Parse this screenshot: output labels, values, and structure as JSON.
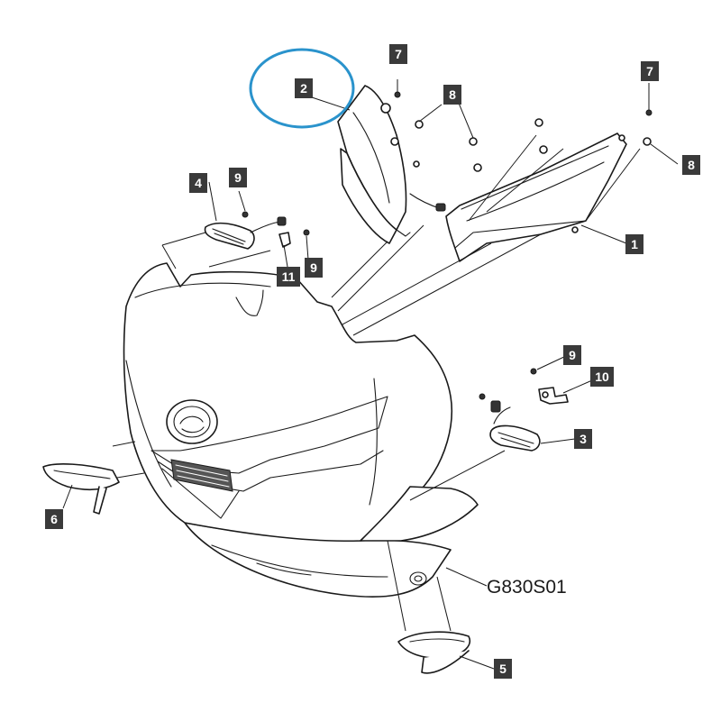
{
  "diagram_code": "G830S01",
  "highlight_color": "#2a93cc",
  "label_color": "#3a3a3a",
  "callouts": [
    {
      "id": "c2",
      "text": "2"
    },
    {
      "id": "c7a",
      "text": "7"
    },
    {
      "id": "c8a",
      "text": "8"
    },
    {
      "id": "c7b",
      "text": "7"
    },
    {
      "id": "c8b",
      "text": "8"
    },
    {
      "id": "c1",
      "text": "1"
    },
    {
      "id": "c4",
      "text": "4"
    },
    {
      "id": "c9a",
      "text": "9"
    },
    {
      "id": "c11",
      "text": "11"
    },
    {
      "id": "c9b",
      "text": "9"
    },
    {
      "id": "c9c",
      "text": "9"
    },
    {
      "id": "c10",
      "text": "10"
    },
    {
      "id": "c3",
      "text": "3"
    },
    {
      "id": "c6",
      "text": "6"
    },
    {
      "id": "c5",
      "text": "5"
    }
  ]
}
